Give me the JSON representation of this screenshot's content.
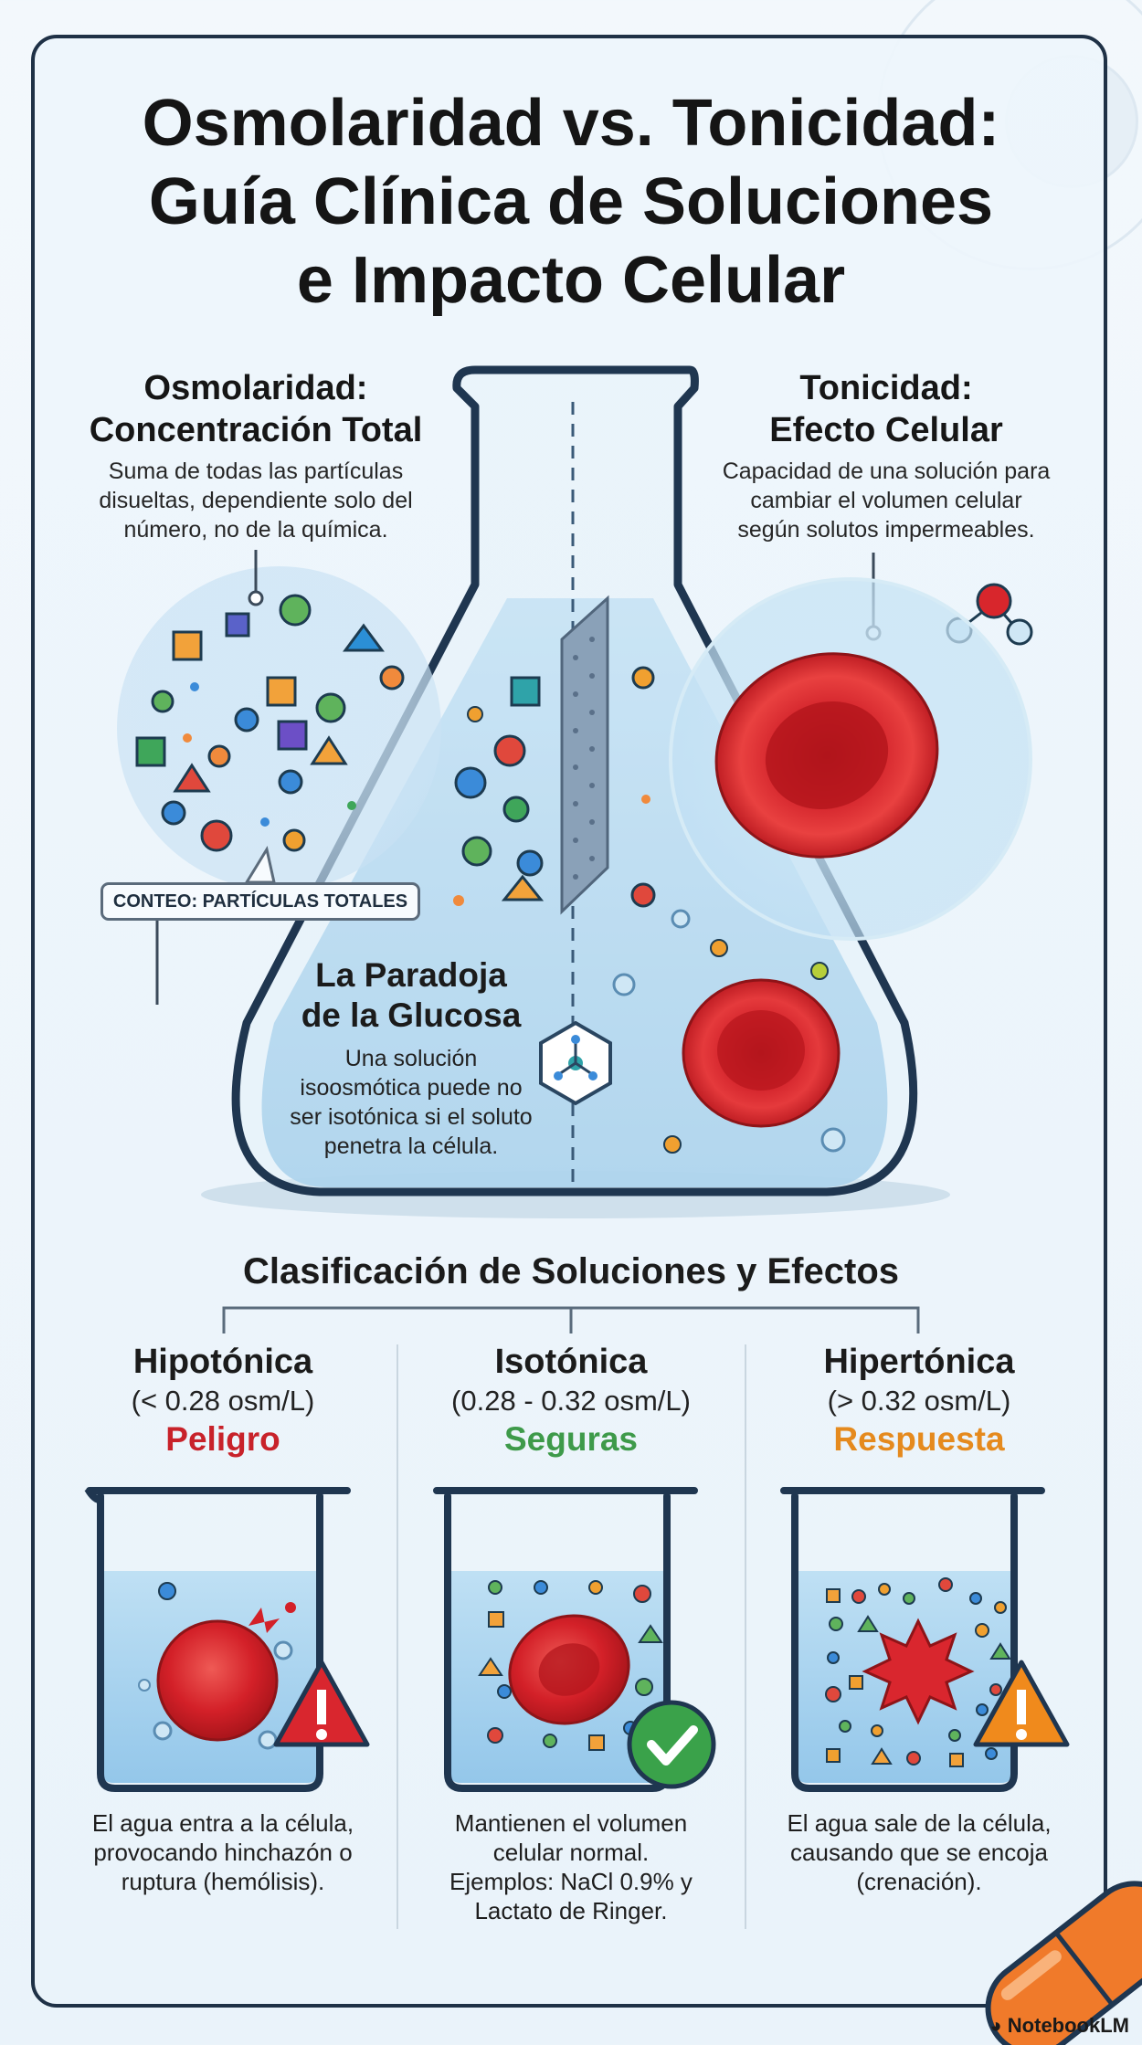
{
  "title_lines": [
    "Osmolaridad vs. Tonicidad:",
    "Guía Clínica de Soluciones",
    "e Impacto Celular"
  ],
  "osmolaridad": {
    "title_lines": [
      "Osmolaridad:",
      "Concentración Total"
    ],
    "desc_lines": [
      "Suma de todas las partículas",
      "disueltas, dependiente solo del",
      "número, no de la química."
    ]
  },
  "tonicidad": {
    "title_lines": [
      "Tonicidad:",
      "Efecto Celular"
    ],
    "desc_lines": [
      "Capacidad de una solución para",
      "cambiar el volumen celular",
      "según solutos impermeables."
    ]
  },
  "count_tag": "CONTEO: PARTÍCULAS TOTALES",
  "paradox": {
    "title_lines": [
      "La Paradoja",
      "de la Glucosa"
    ],
    "desc_lines": [
      "Una solución",
      "isoosmótica puede no",
      "ser isotónica si el soluto",
      "penetra la célula."
    ]
  },
  "section_title": "Clasificación de Soluciones y Efectos",
  "columns": [
    {
      "name": "Hipotónica",
      "range": "(< 0.28 osm/L)",
      "status": "Peligro",
      "status_color": "#c8222a",
      "desc_lines": [
        "El agua entra a la célula,",
        "provocando hinchazón o",
        "ruptura (hemólisis)."
      ],
      "icon": "warning-icon",
      "icon_color": "#d9262e"
    },
    {
      "name": "Isotónica",
      "range": "(0.28 - 0.32 osm/L)",
      "status": "Seguras",
      "status_color": "#3e9a4a",
      "desc_lines": [
        "Mantienen el volumen",
        "celular normal.",
        "Ejemplos: NaCl 0.9% y",
        "Lactato de Ringer."
      ],
      "icon": "check-icon",
      "icon_color": "#3aa24a"
    },
    {
      "name": "Hipertónica",
      "range": "(> 0.32 osm/L)",
      "status": "Respuesta",
      "status_color": "#e58a1e",
      "desc_lines": [
        "El agua sale de la célula,",
        "causando que se encoja",
        "(crenación)."
      ],
      "icon": "warning-icon",
      "icon_color": "#f08a1c"
    }
  ],
  "brand": "NotebookLM"
}
